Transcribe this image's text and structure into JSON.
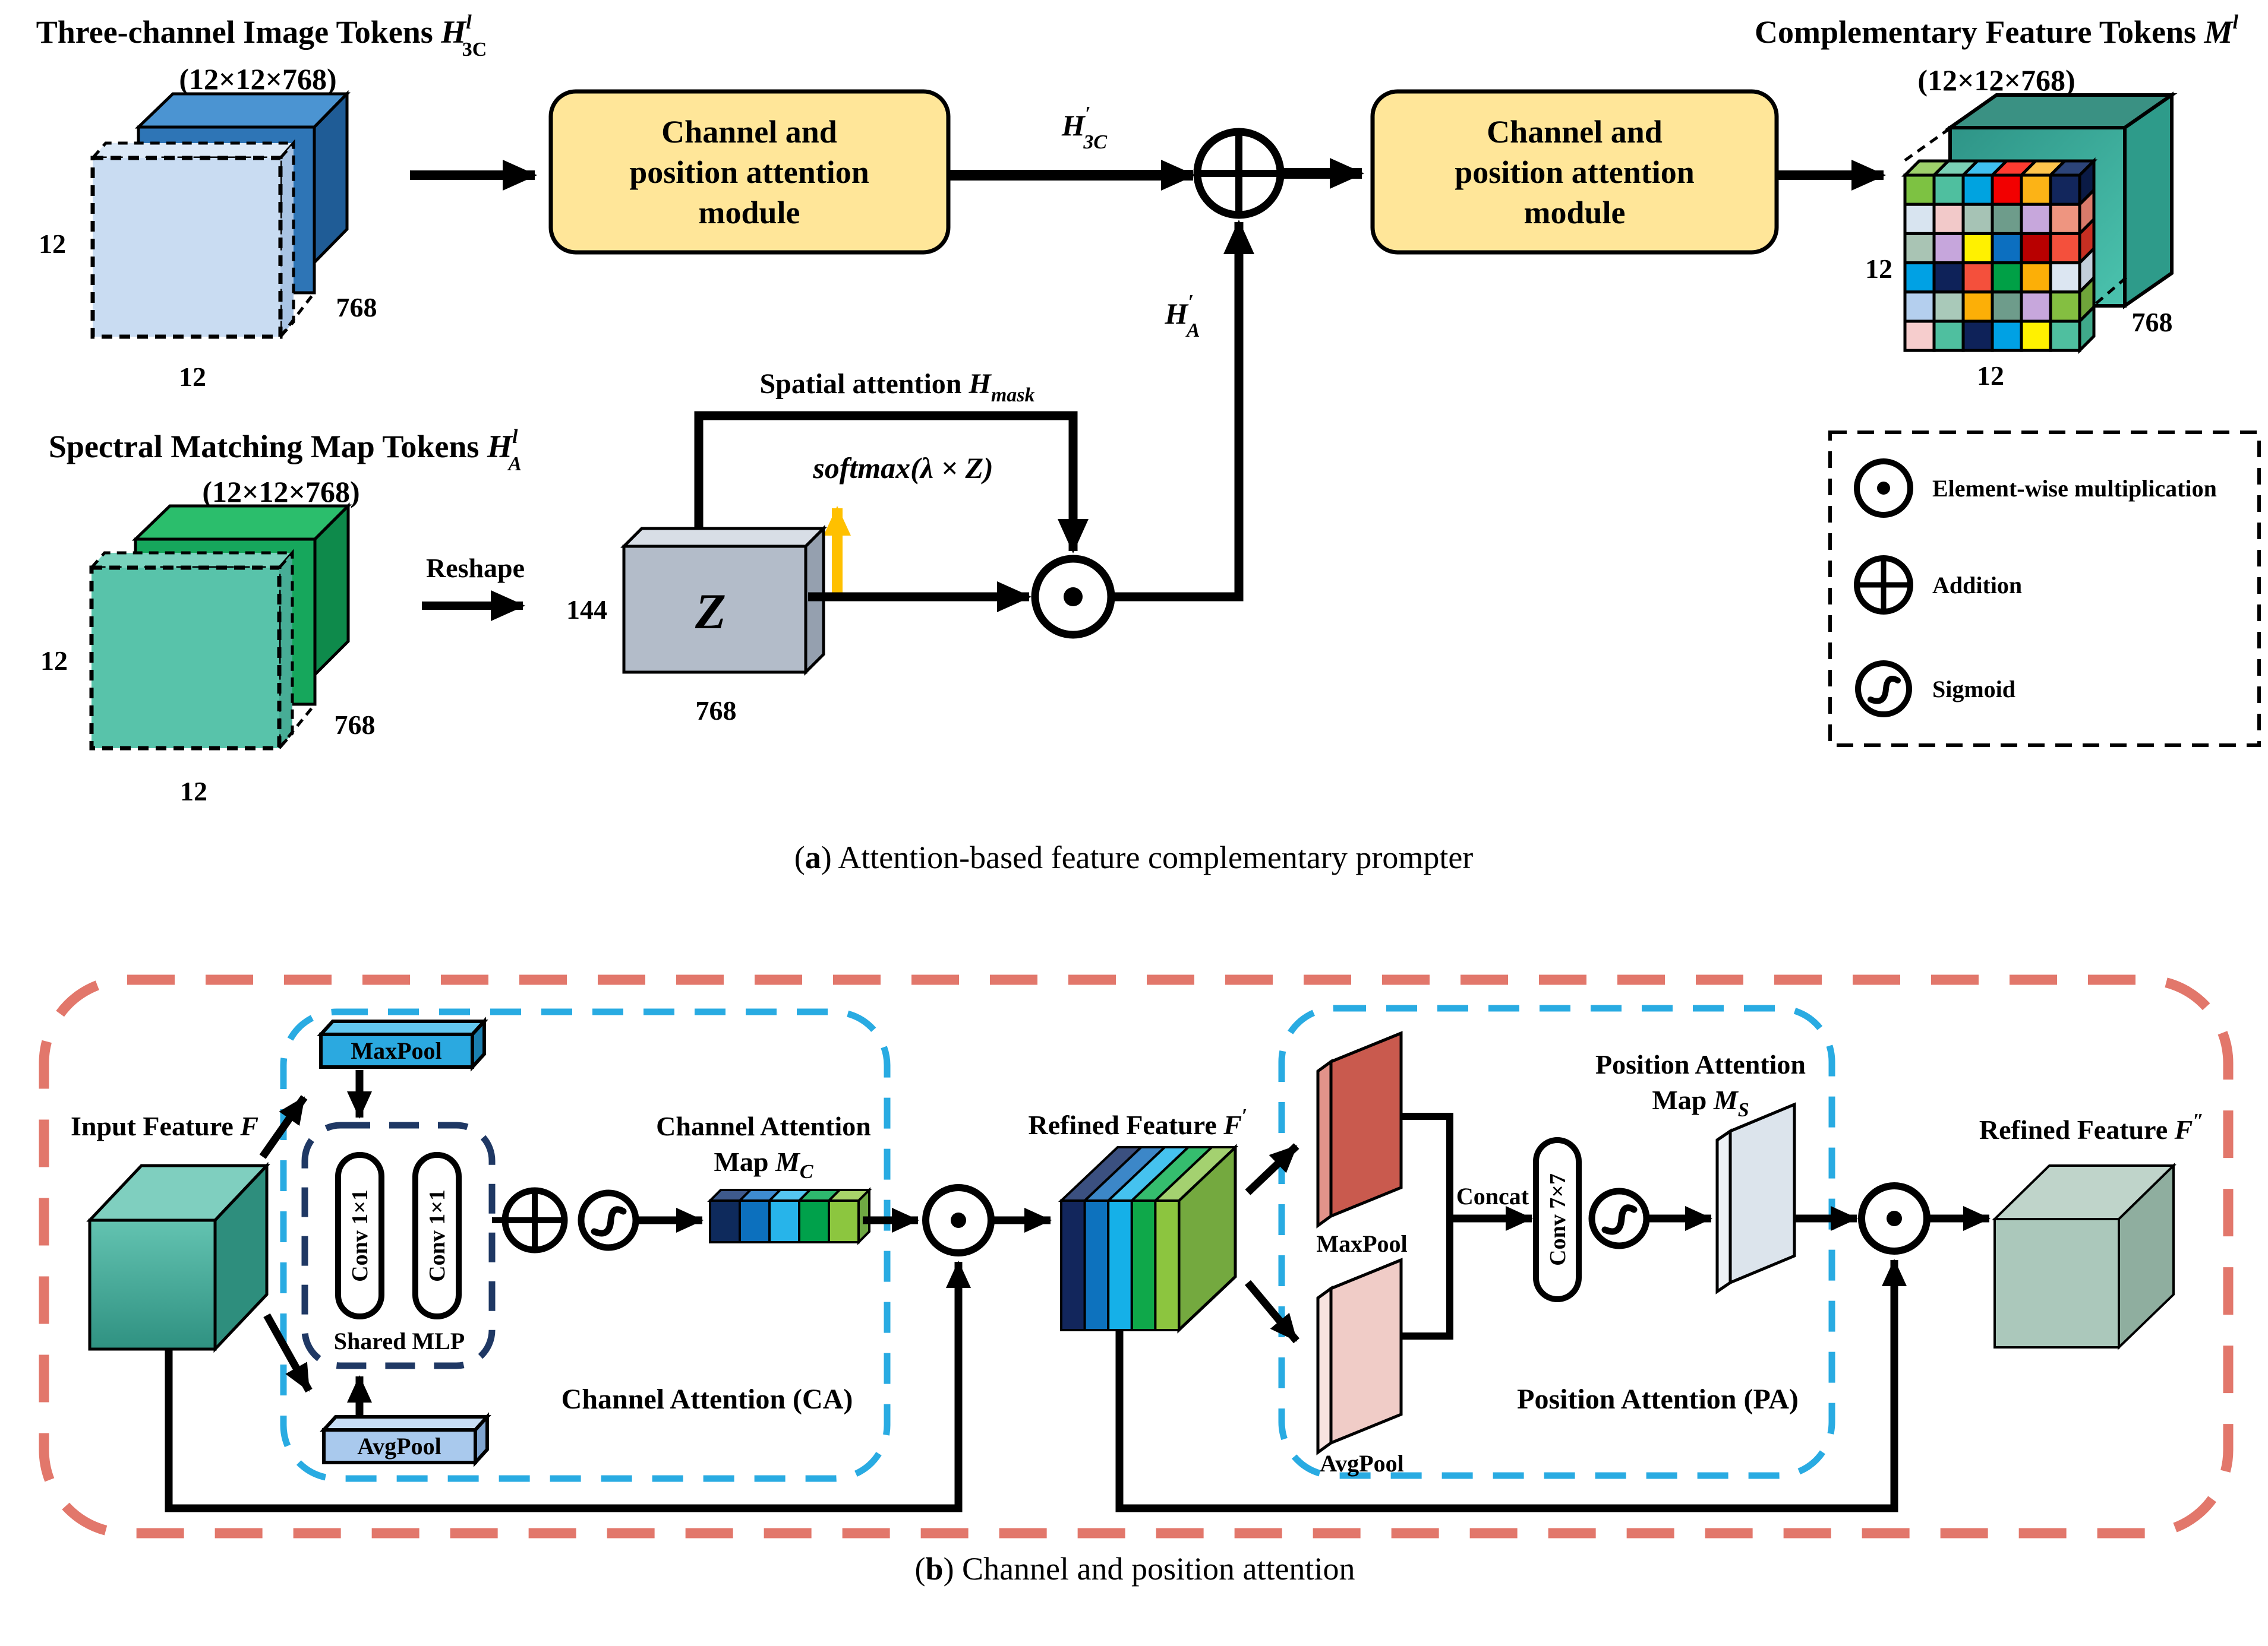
{
  "part_a": {
    "input1": {
      "title_pre": "Three-channel Image Tokens ",
      "sym": "H",
      "sup": "l",
      "sub": "3C",
      "dims": "(12×12×768)",
      "d_left": "12",
      "d_depth": "768",
      "d_bottom": "12"
    },
    "input2": {
      "title_pre": "Spectral Matching Map Tokens ",
      "sym": "H",
      "sup": "l",
      "sub": "A",
      "dims": "(12×12×768)",
      "d_left": "12",
      "d_depth": "768",
      "d_bottom": "12"
    },
    "output": {
      "title_pre": "Complementary Feature Tokens ",
      "sym": "M",
      "sup": "l",
      "dims": "(12×12×768)",
      "d_left": "12",
      "d_depth": "768",
      "d_bottom": "12"
    },
    "module1_lines": [
      "Channel and",
      "position attention",
      "module"
    ],
    "module2_lines": [
      "Channel and",
      "position attention",
      "module"
    ],
    "reshape_label": "Reshape",
    "z_block": {
      "label": "Z",
      "rows": "144",
      "cols": "768"
    },
    "softmax_label": "softmax(λ × Z)",
    "spatial": {
      "pre": "Spatial attention ",
      "sym": "H",
      "sub": "mask"
    },
    "h3c_prime": {
      "sym": "H",
      "sup": "′",
      "sub": "3C"
    },
    "ha_prime": {
      "sym": "H",
      "sup": "′",
      "sub": "A"
    },
    "legend": {
      "items": [
        {
          "icon": "element-wise-multiplication-icon",
          "label": "Element-wise multiplication"
        },
        {
          "icon": "addition-icon",
          "label": "Addition"
        },
        {
          "icon": "sigmoid-icon",
          "label": "Sigmoid"
        }
      ]
    }
  },
  "part_b": {
    "input_feature": {
      "pre": "Input  Feature ",
      "sym": "F"
    },
    "maxpool_ca": "MaxPool",
    "avgpool_ca": "AvgPool",
    "conv1x1_left": "Conv 1×1",
    "conv1x1_right": "Conv 1×1",
    "shared_mlp": "Shared MLP",
    "ca_map": {
      "line1": "Channel Attention",
      "line2_pre": "Map ",
      "sym": "M",
      "sub": "C"
    },
    "ca_section": "Channel Attention (CA)",
    "refined1": {
      "pre": "Refined  Feature ",
      "sym": "F",
      "sup": "′"
    },
    "maxpool_pa": "MaxPool",
    "avgpool_pa": "AvgPool",
    "concat_label": "Concat",
    "conv7x7": "Conv 7×7",
    "pa_map": {
      "line1": "Position Attention",
      "line2_pre": "Map ",
      "sym": "M",
      "sub": "S"
    },
    "pa_section": "Position Attention (PA)",
    "refined2": {
      "pre": "Refined  Feature ",
      "sym": "F",
      "sup": "″"
    }
  },
  "caption_a": {
    "open": "(",
    "letter": "a",
    "close": ")",
    "rest": " Attention-based feature complementary prompter"
  },
  "caption_b": {
    "open": "(",
    "letter": "b",
    "close": ")",
    "rest": " Channel and position attention"
  },
  "colors": {
    "module_fill": "#FFE699",
    "red_dash": "#E2776B",
    "blue_dash": "#29ABE2",
    "navy_dash": "#1F3864",
    "yellow_arrow": "#FFC000"
  },
  "mosaic": {
    "front": [
      [
        "#7DC242",
        "#4FBF9F",
        "#00A3E0",
        "#F20000",
        "#FCB316",
        "#12265C"
      ],
      [
        "#D8E4F0",
        "#F2C9C9",
        "#A6C3B5",
        "#6E9C8B",
        "#C7A7DC",
        "#EE9580"
      ],
      [
        "#A9C4B4",
        "#C6A6DC",
        "#FFF100",
        "#0C6FC0",
        "#B80000",
        "#F4503C"
      ],
      [
        "#00A1E4",
        "#0E2259",
        "#F4503C",
        "#00A046",
        "#FCAF07",
        "#DCE6F2"
      ],
      [
        "#B4CFEE",
        "#A9C9B9",
        "#FCAF07",
        "#6E9C8B",
        "#C7A7DC",
        "#84BF41"
      ],
      [
        "#F6CDCD",
        "#4FBF9F",
        "#0E2259",
        "#00A1E4",
        "#FFF100",
        "#4FBF9F"
      ]
    ],
    "top": [
      "#9ED06B",
      "#7BD0B5",
      "#3FC0F0",
      "#FF3B30",
      "#FFC54D",
      "#2C4479"
    ],
    "side": [
      "#0A1A45",
      "#D87A6A",
      "#C62F22",
      "#C3CEDA",
      "#6FA43A",
      "#3FA98A"
    ]
  },
  "mc_bar": {
    "front": [
      "#0E2A5C",
      "#0C70BE",
      "#27B4EA",
      "#00A14B",
      "#8CC63F"
    ],
    "top": [
      "#3E5A8C",
      "#3E8CD0",
      "#55C5F0",
      "#2EB86E",
      "#A8D46A"
    ],
    "side": "#6FA843"
  },
  "fprime": {
    "front": [
      "#12265C",
      "#0D72BE",
      "#15B0E8",
      "#0FA84A",
      "#8CC53F"
    ],
    "top": [
      "#3B5080",
      "#3C87C8",
      "#45C2EF",
      "#35BD6E",
      "#A4D170"
    ],
    "side": "#74A93F"
  }
}
